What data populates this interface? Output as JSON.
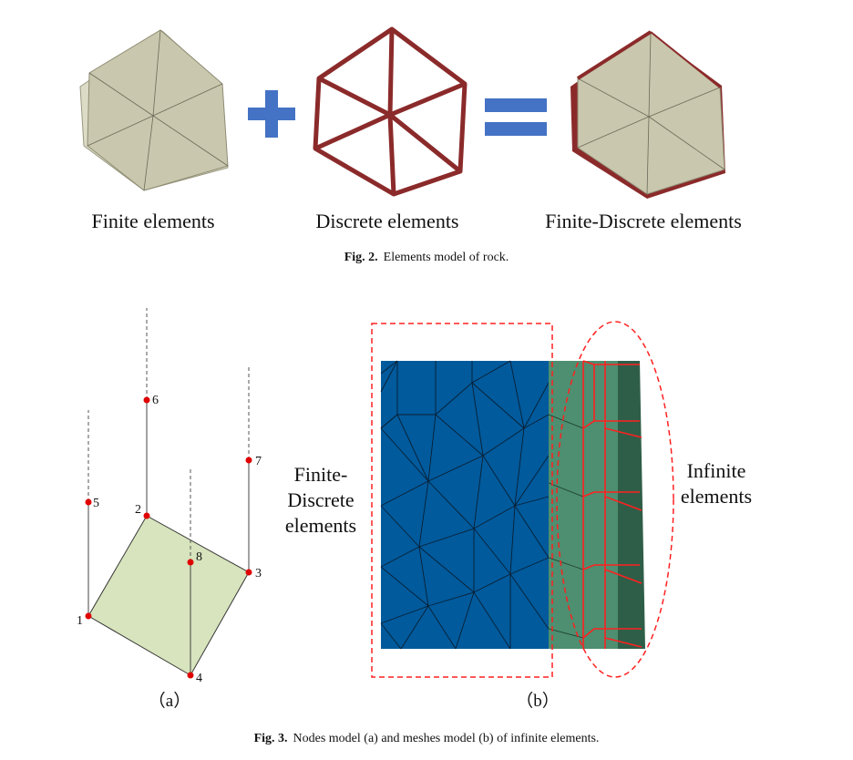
{
  "figure2": {
    "labels": {
      "finite": "Finite elements",
      "discrete": "Discrete elements",
      "combined": "Finite-Discrete elements"
    },
    "caption": {
      "prefix": "Fig. 2.",
      "text": "Elements model of rock."
    }
  },
  "figure3": {
    "panel_a": {
      "nodes": [
        "1",
        "2",
        "3",
        "4",
        "5",
        "6",
        "7",
        "8"
      ],
      "label": "（a）"
    },
    "panel_b": {
      "left_label": [
        "Finite-",
        "Discrete",
        "elements"
      ],
      "right_label": [
        "Infinite",
        "elements"
      ],
      "label": "（b）"
    },
    "caption": {
      "prefix": "Fig. 3.",
      "text": "Nodes model (a) and meshes model (b) of infinite elements."
    }
  },
  "colors": {
    "rock_face": "#c9c7ad",
    "rock_side": "#dcdcc6",
    "discrete_edge": "#8b2a2a",
    "plus_equals": "#4472c4",
    "quad_fill": "#d7e4bd",
    "node": "#e00000",
    "mesh_blue": "#005a9c",
    "infinite_green": "#4d8f70",
    "infinite_dark": "#2f5e48",
    "dashed_red": "#ff2020"
  }
}
